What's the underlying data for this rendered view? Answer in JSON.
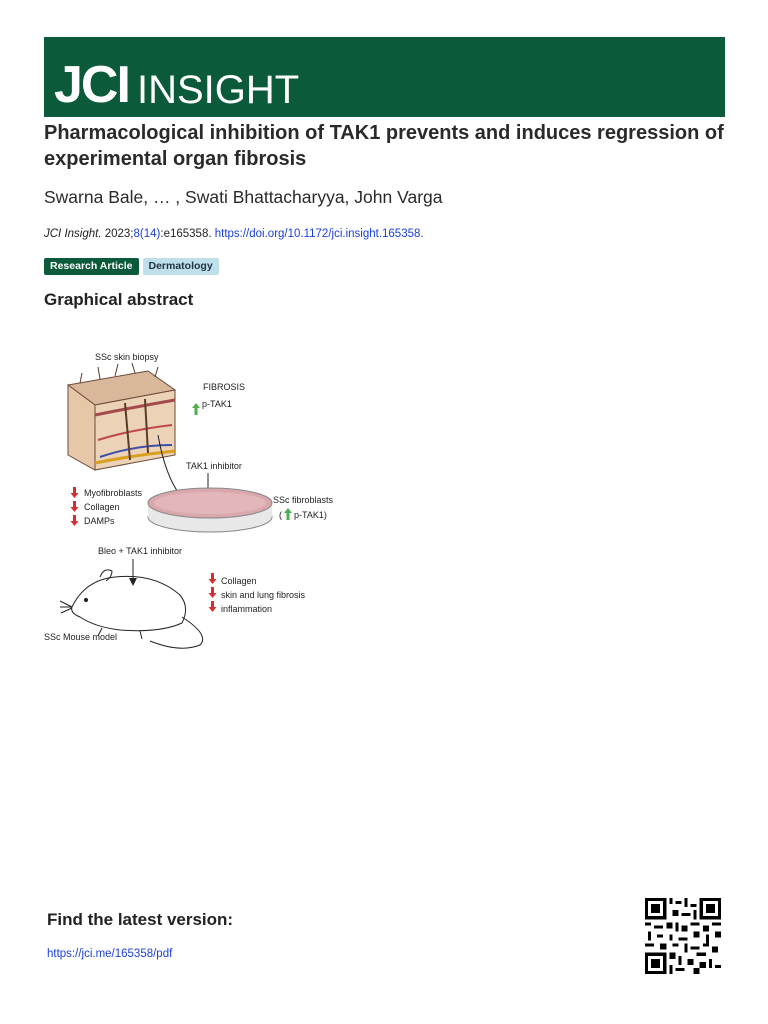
{
  "brand": {
    "logo_text_1": "JCI",
    "logo_text_2": "insight",
    "color": "#0b5a3a"
  },
  "article": {
    "title": "Pharmacological inhibition of TAK1 prevents and induces regression of experimental organ fibrosis",
    "authors": "Swarna Bale, … , Swati Bhattacharyya, John Varga",
    "citation": {
      "journal": "JCI Insight.",
      "year": " 2023;",
      "issue": "8(14)",
      "article_no": ":e165358. ",
      "doi": "https://doi.org/10.1172/jci.insight.165358."
    },
    "badges": {
      "research": "Research Article",
      "category": "Dermatology"
    }
  },
  "graphical_abstract": {
    "heading": "Graphical abstract",
    "labels": {
      "skin_biopsy": "SSc skin biopsy",
      "fibrosis": "FIBROSIS",
      "ptak1_up": "p-TAK1",
      "tak1_inhibitor": "TAK1 inhibitor",
      "myofibroblasts": "Myofibroblasts",
      "collagen": "Collagen",
      "damps": "DAMPs",
      "ssc_fibroblasts": "SSc fibroblasts",
      "ptak1_paren": "p-TAK1)",
      "paren_open": "(",
      "bleo": "Bleo + TAK1 inhibitor",
      "collagen2": "Collagen",
      "skin_lung": "skin and lung fibrosis",
      "inflammation": "inflammation",
      "mouse_model": "SSc Mouse model"
    }
  },
  "footer": {
    "latest_heading": "Find the latest version:",
    "latest_link": "https://jci.me/165358/pdf"
  }
}
